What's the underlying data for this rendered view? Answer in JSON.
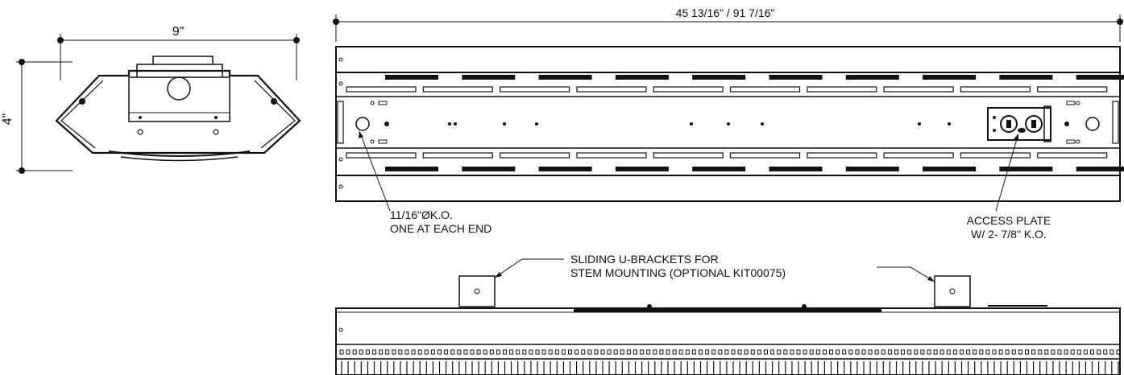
{
  "dimensions": {
    "end_width": "9\"",
    "end_height": "4\"",
    "overall_length": "45 13/16\" / 91 7/16\""
  },
  "callouts": {
    "knockout_line1": "11/16\"ØK.O.",
    "knockout_line2": "ONE AT EACH END",
    "access_line1": "ACCESS PLATE",
    "access_line2": "W/ 2- 7/8\" K.O.",
    "brackets_line1": "SLIDING U-BRACKETS FOR",
    "brackets_line2": "STEM MOUNTING (OPTIONAL KIT00075)"
  },
  "colors": {
    "line": "#111111",
    "background": "#ffffff"
  }
}
